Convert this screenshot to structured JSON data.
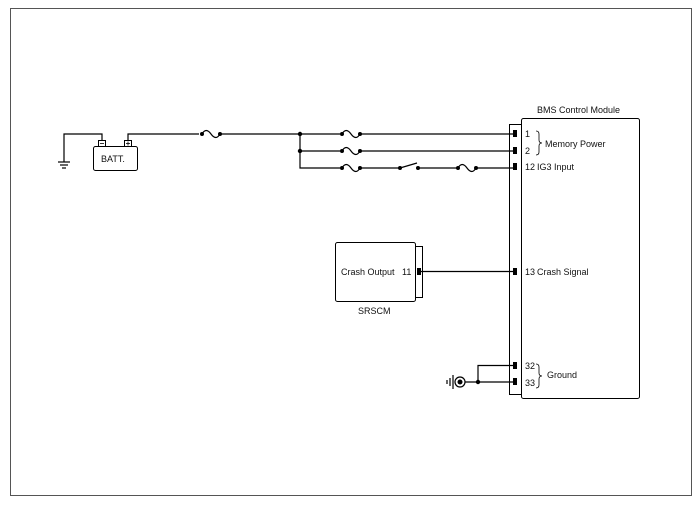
{
  "module": {
    "title": "BMS Control Module",
    "pins": [
      {
        "num": "1",
        "label": ""
      },
      {
        "num": "2",
        "label": ""
      },
      {
        "num": "12",
        "label": "IG3 Input"
      },
      {
        "num": "13",
        "label": "Crash Signal"
      },
      {
        "num": "32",
        "label": ""
      },
      {
        "num": "33",
        "label": ""
      }
    ],
    "groups": {
      "memory_power": "Memory Power",
      "ground": "Ground"
    }
  },
  "battery": {
    "label": "BATT."
  },
  "srscm": {
    "name": "SRSCM",
    "pin_label": "Crash Output",
    "pin_num": "11"
  }
}
